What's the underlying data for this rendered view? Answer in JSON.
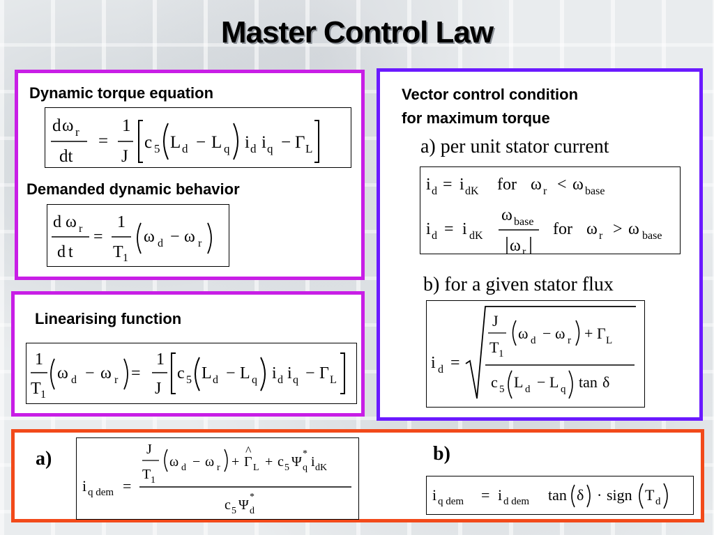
{
  "title": "Master Control Law",
  "panels": {
    "dynamic": {
      "heading": "Dynamic torque equation",
      "heading2": "Demanded dynamic behavior"
    },
    "linearising": {
      "heading": "Linearising function"
    },
    "vector": {
      "heading_line1": "Vector control condition",
      "heading_line2": "for maximum torque",
      "sub_a": "a)  per unit stator current",
      "sub_b": "b) for a given stator flux"
    },
    "demand": {
      "label_a": "a)",
      "label_b": "b)"
    }
  },
  "equations": {
    "omega": "ω",
    "omega_r": "r",
    "omega_d": "d",
    "d": "d",
    "t": "t",
    "one": "1",
    "J": "J",
    "T": "T",
    "T1_sub": "1",
    "c": "c",
    "c5_sub": "5",
    "L": "L",
    "Ld_sub": "d",
    "Lq_sub": "q",
    "i": "i",
    "id_sub": "d",
    "iq_sub": "q",
    "Gamma": "Γ",
    "GammaL_sub": "L",
    "eq": "=",
    "minus": "−",
    "plus": "+",
    "lt": "<",
    "gt": ">",
    "for": "for",
    "idK_sub": "dK",
    "base_sub": "base",
    "tan": "tan",
    "delta": "δ",
    "Psi": "Ψ",
    "star": "*",
    "iq_dem_sub": "q  dem",
    "id_dem_sub": "d  dem",
    "tan_word": "tan",
    "sign": "sign",
    "Td_sub": "d",
    "hat": "^",
    "dot": "·"
  }
}
